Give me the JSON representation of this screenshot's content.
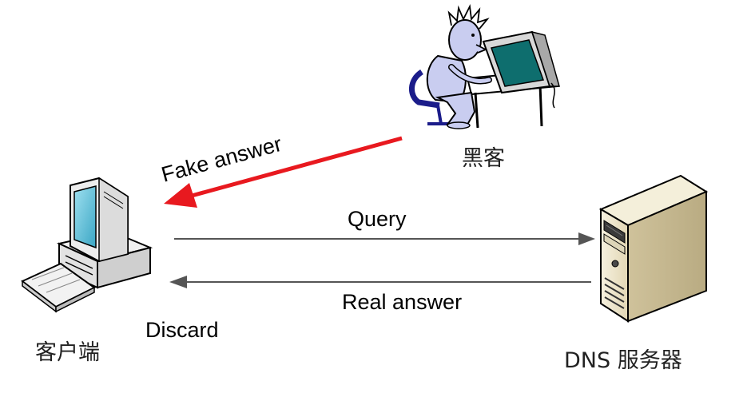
{
  "labels": {
    "fake_answer": "Fake answer",
    "hacker": "黑客",
    "query": "Query",
    "real_answer": "Real answer",
    "discard": "Discard",
    "client": "客户端",
    "dns_server": "DNS 服务器"
  },
  "icons": {
    "hacker": "hacker-at-computer-icon",
    "client": "desktop-computer-icon",
    "server": "tower-server-icon"
  },
  "colors": {
    "fake_arrow": "#e8191f",
    "normal_arrow": "#555555"
  }
}
